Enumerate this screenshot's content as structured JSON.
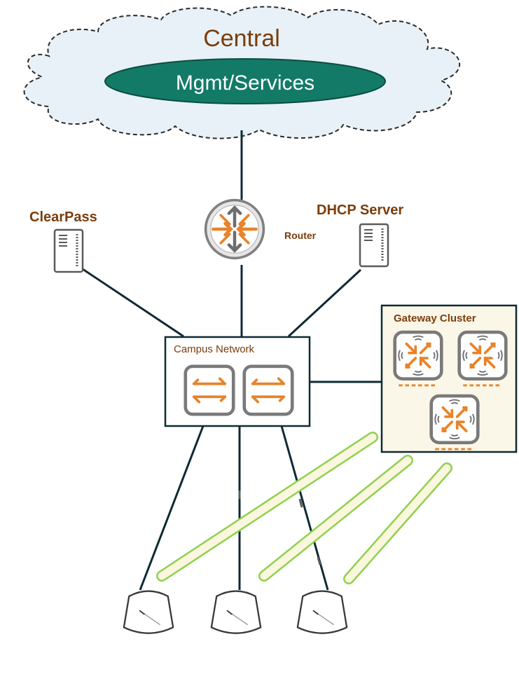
{
  "cloud": {
    "title": "Central",
    "service_label": "Mgmt/Services"
  },
  "nodes": {
    "clearpass_label": "ClearPass",
    "dhcp_label": "DHCP Server",
    "router_label": "Router",
    "campus_label": "Campus Network",
    "gateway_cluster_label": "Gateway Cluster"
  },
  "colors": {
    "brown": "#7a3d0c",
    "teal": "#137a68",
    "orange": "#e8832a",
    "dark_line": "#0f2a33",
    "tunnel_fill": "#fbf7df",
    "tunnel_stroke": "#8fd14f",
    "cluster_bg": "#fbf7e8"
  },
  "icons": {
    "router": "router-icon",
    "switch": "switch-icon",
    "gateway": "gateway-icon",
    "server": "server-icon",
    "access_point": "access-point-icon"
  }
}
